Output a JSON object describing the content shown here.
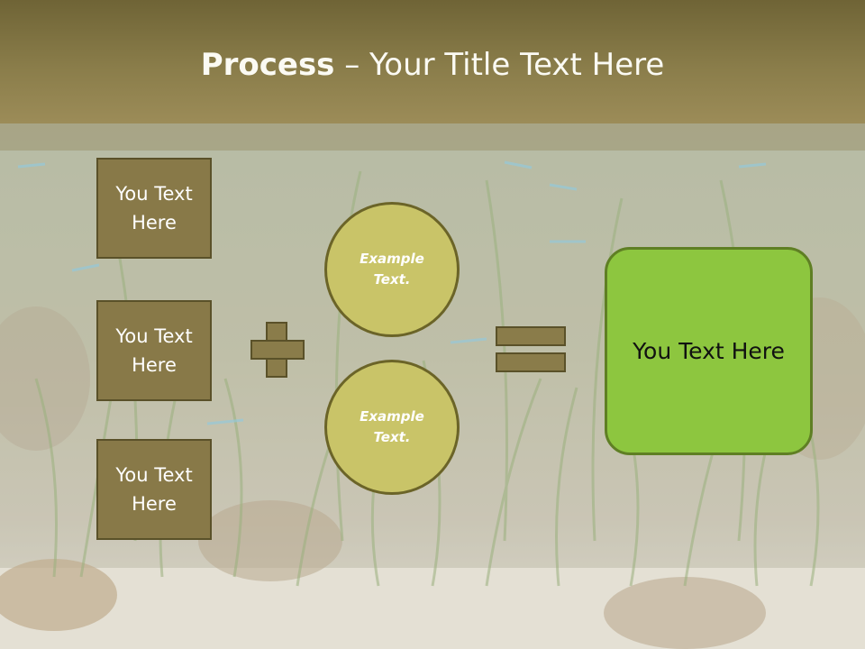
{
  "title": {
    "bold": "Process",
    "rest": " – Your Title Text Here"
  },
  "inputs": [
    {
      "label": "You Text Here"
    },
    {
      "label": "You Text Here"
    },
    {
      "label": "You Text Here"
    }
  ],
  "circles": [
    {
      "label": "Example Text."
    },
    {
      "label": "Example Text."
    }
  ],
  "result": {
    "label": "You Text Here"
  },
  "colors": {
    "title_band": "#8a7d4a",
    "box_fill": "#887948",
    "circle_fill": "#c9c468",
    "operator_fill": "#8a7c4a",
    "result_fill": "#8dc63f"
  }
}
